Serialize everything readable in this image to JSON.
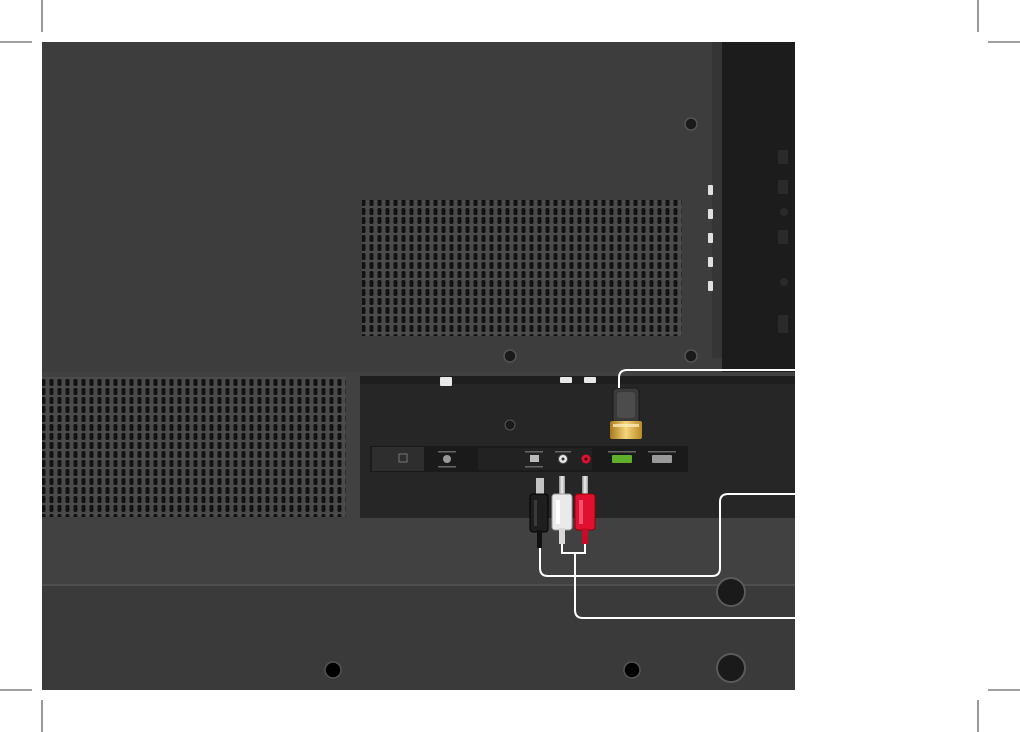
{
  "colors": {
    "panel_dark": "#2c2c2c",
    "panel_mid": "#404040",
    "panel_light": "#4a4a4a",
    "vent_hole": "#111111",
    "side_edge": "#1c1c1c",
    "callout_line": "#ffffff",
    "rca_red": "#e01030",
    "rca_white": "#e6e6e6",
    "rca_black": "#222222",
    "hdmi_gold": "#e0b040"
  },
  "icons": {
    "hdmi_cable": "hdmi-plug-icon",
    "rca_cable": "rca-plug-icon",
    "optical_cable": "optical-plug-icon"
  },
  "callouts": [
    {
      "target": "hdmi-cable"
    },
    {
      "target": "optical-cable"
    },
    {
      "target": "rca-cable"
    }
  ]
}
